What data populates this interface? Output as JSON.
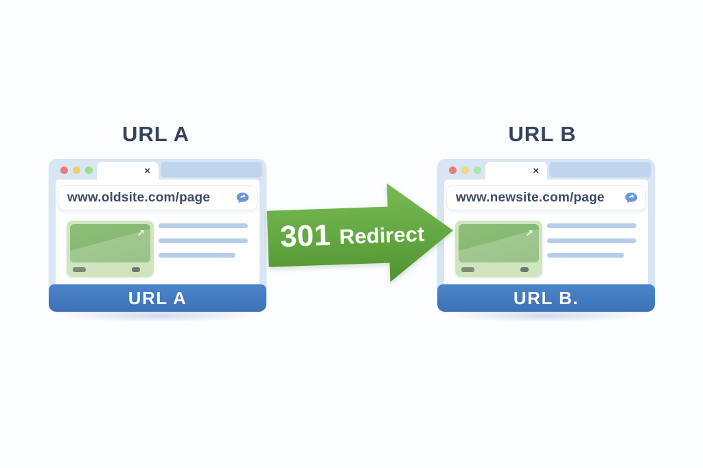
{
  "diagram": {
    "left_window": {
      "title": "URL A",
      "url": "www.oldsite.com/page",
      "footer_label": "URL A",
      "close_glyph": "×"
    },
    "right_window": {
      "title": "URL B",
      "url": "www.newsite.com/page",
      "footer_label": "URL B.",
      "close_glyph": "×"
    },
    "arrow": {
      "code": "301",
      "label": "Redirect"
    },
    "icons": {
      "trend_arrow_glyph": "↗"
    },
    "colors": {
      "title_navy": "#36425e",
      "footer_blue": "#4079bf",
      "arrow_green_top": "#76b754",
      "arrow_green_bottom": "#4f9130",
      "window_frame_blue": "#d8e5f4",
      "tab_strip_blue": "#bfd5ee",
      "text_line_blue": "#b7cdeb",
      "card_green": "#cfe5c0",
      "dot_red": "#ec7b71",
      "dot_yellow": "#f2cd63",
      "dot_green": "#93e184",
      "address_icon_blue": "#6b97d9"
    }
  }
}
